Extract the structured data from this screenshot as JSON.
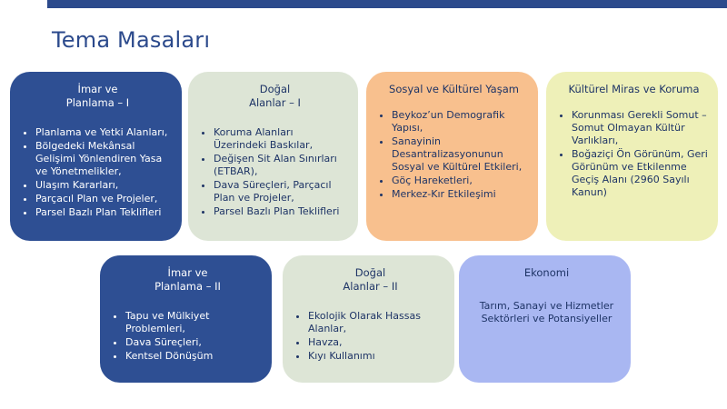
{
  "slide": {
    "title": "Tema Masaları"
  },
  "cards": [
    {
      "title": "İmar ve\nPlanlama – I",
      "items": [
        "Planlama ve Yetki Alanları,",
        "Bölgedeki Mekânsal Gelişimi Yönlendiren Yasa ve Yönetmelikler,",
        "Ulaşım Kararları,",
        "Parçacıl Plan ve Projeler,",
        "Parsel Bazlı Plan Teklifleri"
      ]
    },
    {
      "title": "Doğal\nAlanlar – I",
      "items": [
        "Koruma Alanları Üzerindeki Baskılar,",
        "Değişen Sit Alan Sınırları (ETBAR),",
        "Dava Süreçleri, Parçacıl Plan ve Projeler,",
        "Parsel Bazlı Plan Teklifleri"
      ]
    },
    {
      "title": "Sosyal ve Kültürel Yaşam",
      "items": [
        "Beykoz’un Demografik Yapısı,",
        "Sanayinin Desantralizasyonunun Sosyal ve Kültürel Etkileri,",
        "Göç Hareketleri,",
        "Merkez-Kır Etkileşimi"
      ]
    },
    {
      "title": "Kültürel Miras ve Koruma",
      "items": [
        "Korunması Gerekli Somut – Somut Olmayan Kültür Varlıkları,",
        "Boğaziçi Ön Görünüm, Geri Görünüm ve Etkilenme Geçiş Alanı (2960 Sayılı Kanun)"
      ]
    },
    {
      "title": "İmar ve\nPlanlama – II",
      "items": [
        "Tapu ve Mülkiyet Problemleri,",
        "Dava Süreçleri,",
        "Kentsel Dönüşüm"
      ]
    },
    {
      "title": "Doğal\nAlanlar – II",
      "items": [
        "Ekolojik Olarak Hassas Alanlar,",
        "Havza,",
        "Kıyı Kullanımı"
      ]
    },
    {
      "title": "Ekonomi",
      "body": "Tarım, Sanayi ve Hizmetler Sektörleri ve Potansiyeller"
    }
  ],
  "colors": {
    "header_bar": "#2c4a8c",
    "title_text": "#2c4a8c",
    "dark_card": "#2e4f93",
    "sage_card": "#dde5d6",
    "orange_card": "#f8c08e",
    "yellow_card": "#eef0b8",
    "lilac_card": "#a9b7f2"
  }
}
